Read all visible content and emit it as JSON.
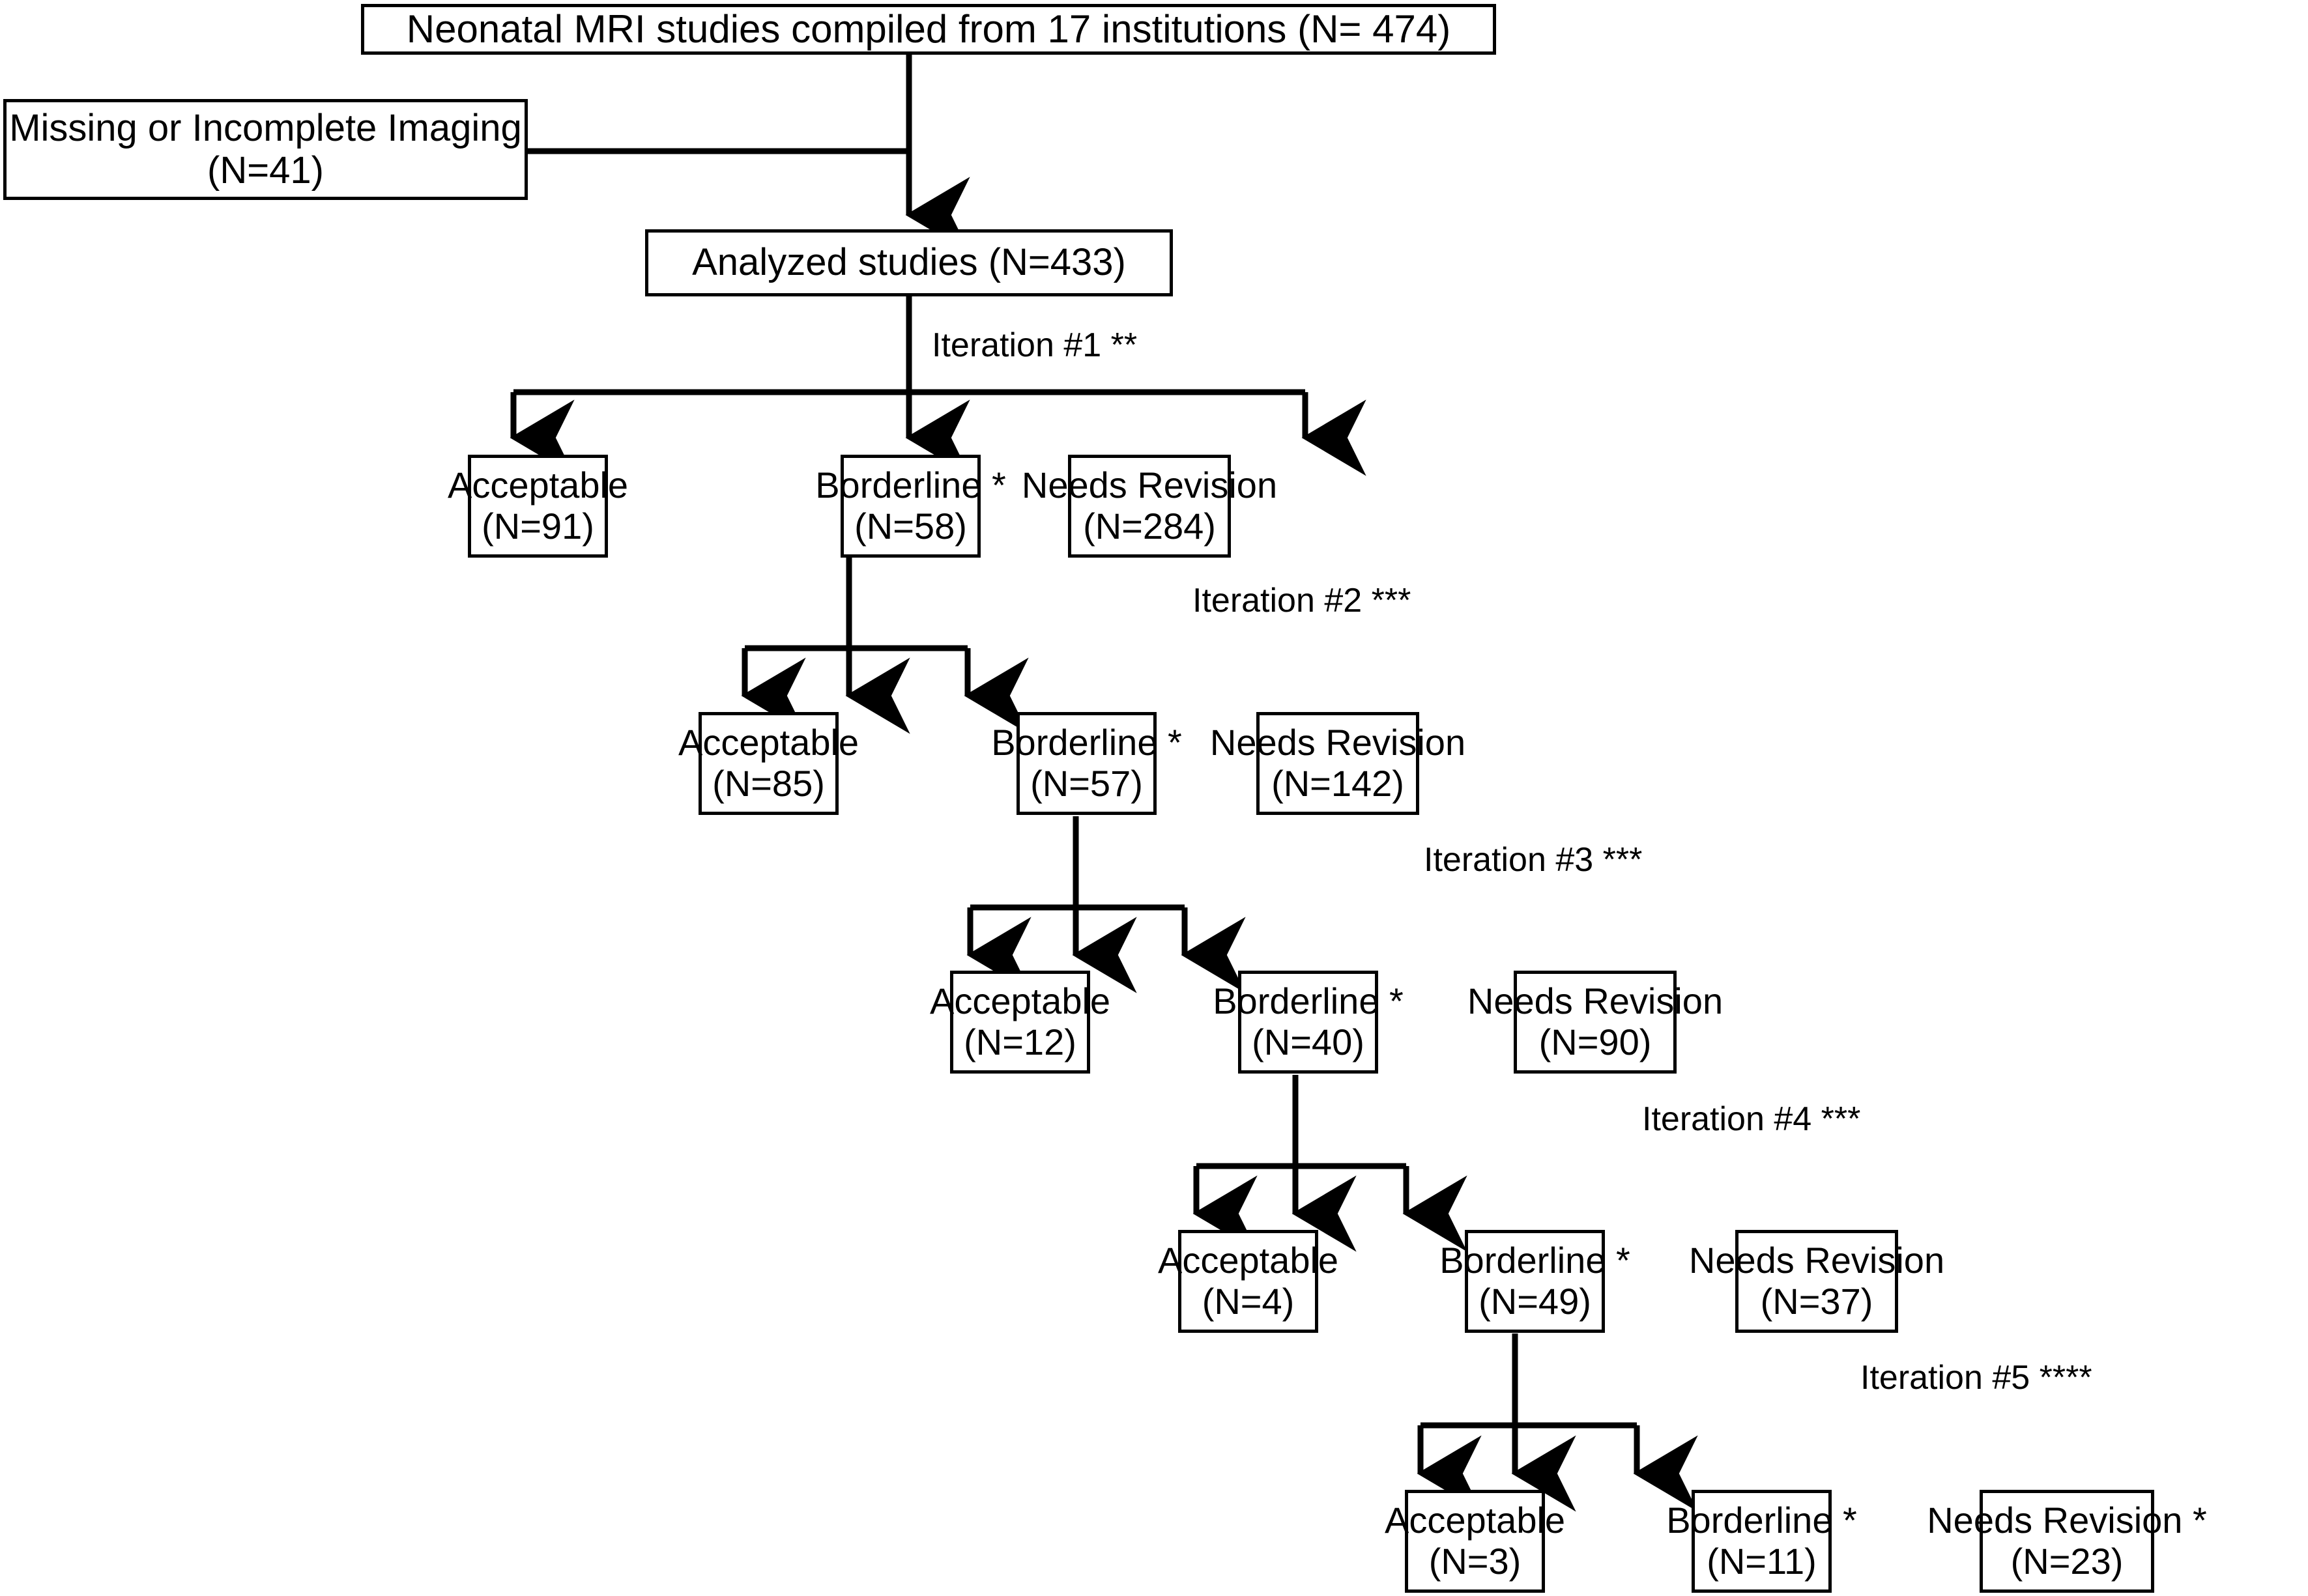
{
  "diagram": {
    "title": "Neonatal MRI study iterative review flowchart",
    "type": "flowchart",
    "background": "#ffffff",
    "stroke": "#000000"
  },
  "nodes": {
    "source": {
      "label": "Neonatal MRI studies compiled from 17 institutions (N= 474)",
      "n": 474
    },
    "excluded": {
      "line1": "Missing or Incomplete Imaging",
      "line2": "(N=41)",
      "n": 41
    },
    "analyzed": {
      "label": "Analyzed studies (N=433)",
      "n": 433
    }
  },
  "iterations": [
    {
      "edge_label": "Iteration #1 **",
      "number": 1,
      "significance": "**",
      "outcomes": [
        {
          "label": "Acceptable",
          "count": "(N=91)",
          "n": 91
        },
        {
          "label": "Borderline *",
          "count": "(N=58)",
          "n": 58
        },
        {
          "label": "Needs Revision",
          "count": "(N=284)",
          "n": 284
        }
      ]
    },
    {
      "edge_label": "Iteration #2 ***",
      "number": 2,
      "significance": "***",
      "outcomes": [
        {
          "label": "Acceptable",
          "count": "(N=85)",
          "n": 85
        },
        {
          "label": "Borderline *",
          "count": "(N=57)",
          "n": 57
        },
        {
          "label": "Needs Revision",
          "count": "(N=142)",
          "n": 142
        }
      ]
    },
    {
      "edge_label": "Iteration #3 ***",
      "number": 3,
      "significance": "***",
      "outcomes": [
        {
          "label": "Acceptable",
          "count": "(N=12)",
          "n": 12
        },
        {
          "label": "Borderline *",
          "count": "(N=40)",
          "n": 40
        },
        {
          "label": "Needs Revision",
          "count": "(N=90)",
          "n": 90
        }
      ]
    },
    {
      "edge_label": "Iteration #4 ***",
      "number": 4,
      "significance": "***",
      "outcomes": [
        {
          "label": "Acceptable",
          "count": "(N=4)",
          "n": 4
        },
        {
          "label": "Borderline *",
          "count": "(N=49)",
          "n": 49
        },
        {
          "label": "Needs Revision",
          "count": "(N=37)",
          "n": 37
        }
      ]
    },
    {
      "edge_label": "Iteration #5 ****",
      "number": 5,
      "significance": "****",
      "outcomes": [
        {
          "label": "Acceptable",
          "count": "(N=3)",
          "n": 3
        },
        {
          "label": "Borderline *",
          "count": "(N=11)",
          "n": 11
        },
        {
          "label": "Needs Revision *",
          "count": "(N=23)",
          "n": 23
        }
      ]
    }
  ]
}
